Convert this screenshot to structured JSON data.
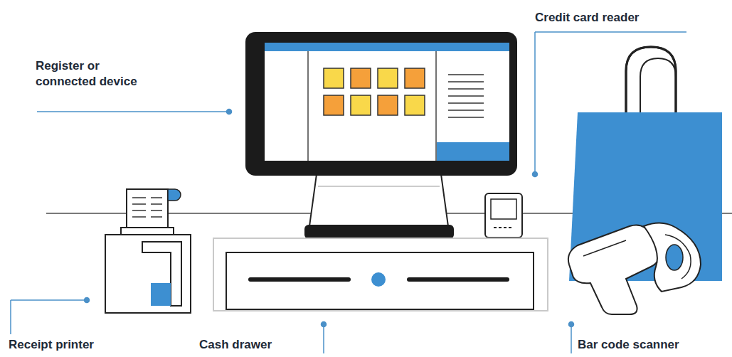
{
  "diagram": {
    "labels": [
      "Register or connected device",
      "Credit card reader",
      "Receipt printer",
      "Cash drawer",
      "Bar code scanner"
    ]
  }
}
